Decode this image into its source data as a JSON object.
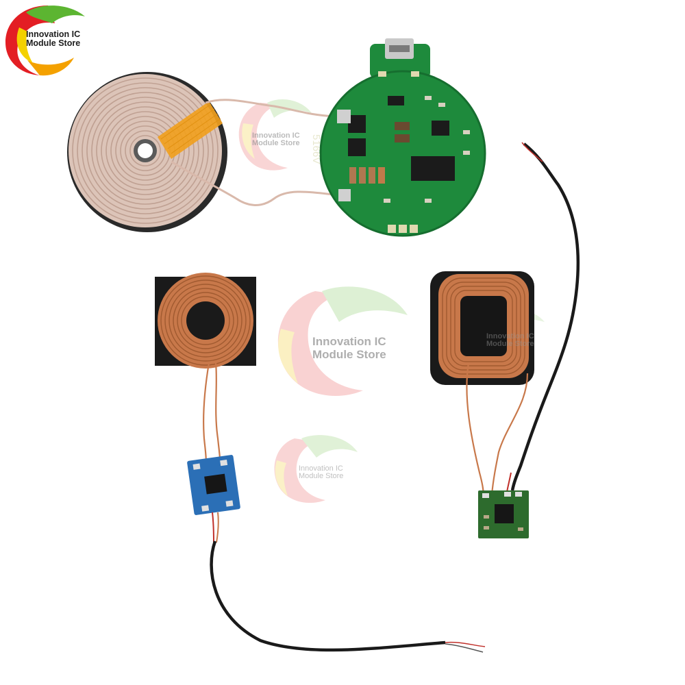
{
  "store_logo": {
    "line1": "Innovation IC",
    "line2": "Module Store",
    "colors": [
      "#e31e24",
      "#f4a100",
      "#5cb531"
    ]
  },
  "watermarks": [
    {
      "line1": "Innovation IC",
      "line2": "Module Store"
    },
    {
      "line1": "Innovation IC",
      "line2": "Module Store"
    },
    {
      "line1": "Innovation IC",
      "line2": "Module Store"
    },
    {
      "line1": "Innovation IC",
      "line2": "Module Store"
    }
  ],
  "transmitter_board": {
    "silkscreen": "5166V",
    "pcb_color": "#1e8a3c"
  },
  "colors": {
    "copper": "#c8784a",
    "coil_wire": "#d7b3a3",
    "cable": "#1a1a1a",
    "blue_pcb": "#2b6fb6"
  }
}
